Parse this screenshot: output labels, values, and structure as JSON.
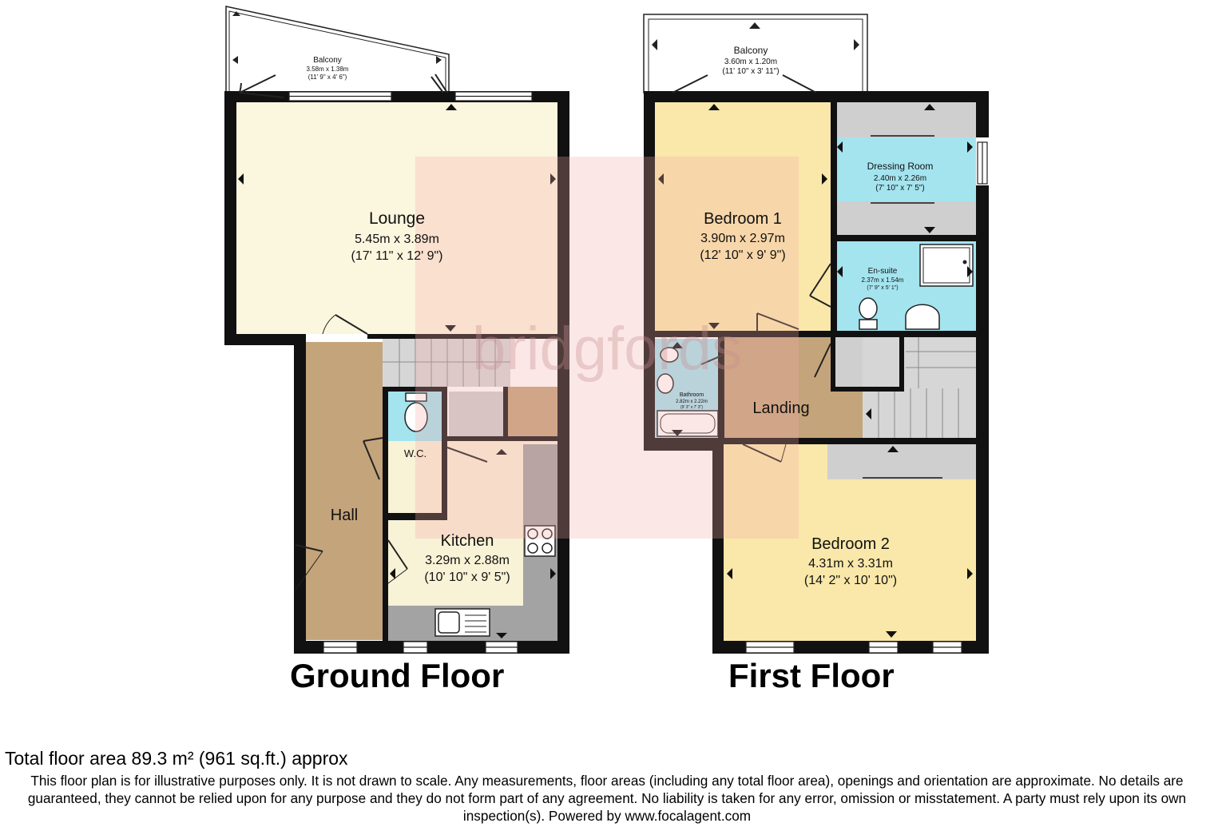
{
  "floors": [
    {
      "title": "Ground Floor",
      "rooms": [
        {
          "name": "Balcony",
          "dims_m": "3.58m x 1.38m",
          "dims_ft": "(11' 9\" x 4' 6\")"
        },
        {
          "name": "Lounge",
          "dims_m": "5.45m x 3.89m",
          "dims_ft": "(17' 11\" x 12' 9\")"
        },
        {
          "name": "Hall"
        },
        {
          "name": "W.C."
        },
        {
          "name": "Kitchen",
          "dims_m": "3.29m x 2.88m",
          "dims_ft": "(10' 10\" x 9' 5\")"
        }
      ]
    },
    {
      "title": "First Floor",
      "rooms": [
        {
          "name": "Balcony",
          "dims_m": "3.60m x 1.20m",
          "dims_ft": "(11' 10\" x 3' 11\")"
        },
        {
          "name": "Bedroom 1",
          "dims_m": "3.90m x 2.97m",
          "dims_ft": "(12' 10\" x 9' 9\")"
        },
        {
          "name": "Dressing Room",
          "dims_m": "2.40m x 2.26m",
          "dims_ft": "(7' 10\" x 7' 5\")"
        },
        {
          "name": "En-suite",
          "dims_m": "2.37m x 1.54m",
          "dims_ft": "(7' 9\" x 5' 1\")"
        },
        {
          "name": "Bathroom",
          "dims_m": "2.82m x 2.22m",
          "dims_ft": "(9' 3\" x 7' 3\")"
        },
        {
          "name": "Landing"
        },
        {
          "name": "Bedroom 2",
          "dims_m": "4.31m x 3.31m",
          "dims_ft": "(14' 2\" x 10' 10\")"
        }
      ]
    }
  ],
  "watermark": "bridgfords",
  "total_area": "Total floor area 89.3 m² (961 sq.ft.) approx",
  "disclaimer": "This floor plan is for illustrative purposes only. It is not drawn to scale. Any measurements, floor areas (including any total floor area), openings and orientation are approximate. No details are guaranteed, they cannot be relied upon for any purpose and they do not form part of any agreement. No liability is taken for any error, omission or misstatement. A party must rely upon its own inspection(s). Powered by www.focalagent.com",
  "colors": {
    "lounge": "#fbf6de",
    "hall": "#c4a47a",
    "wc": "#a4e4ef",
    "kitchen": "#f8f2d6",
    "bedroom1": "#f9e8a9",
    "dressing_room": "#a4e4ef",
    "en_suite": "#a4e4ef",
    "bathroom": "#a4e4ef",
    "landing": "#c4a47a",
    "bedroom2": "#f9e8a9",
    "fitted_units": "#cfcfcf",
    "stairs": "#d6d6d6",
    "walls": "#111111",
    "watermark": "#f4a8a8"
  }
}
